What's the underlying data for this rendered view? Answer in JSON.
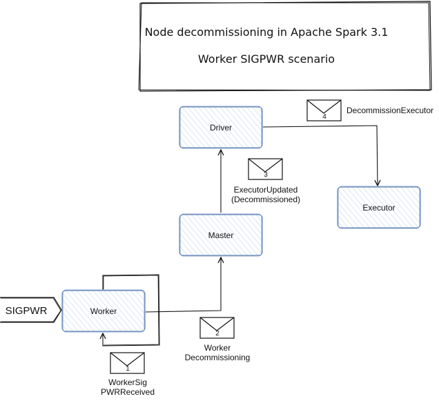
{
  "title": {
    "line1": "Node decommissioning in Apache Spark 3.1",
    "line2": "Worker SIGPWR scenario"
  },
  "nodes": {
    "driver": "Driver",
    "executor": "Executor",
    "master": "Master",
    "worker": "Worker",
    "signal": "SIGPWR"
  },
  "messages": [
    {
      "number": "1",
      "label_lines": [
        "WorkerSig",
        "PWRReceived"
      ]
    },
    {
      "number": "2",
      "label_lines": [
        "Worker",
        "Decommissioning"
      ]
    },
    {
      "number": "3",
      "label_lines": [
        "ExecutorUpdated",
        "(Decommissioned)"
      ]
    },
    {
      "number": "4",
      "label_lines": [
        "DecommissionExecutor"
      ]
    }
  ],
  "colors": {
    "node_border": "#6c8ebf",
    "node_hatch": "#c9d9ef",
    "stroke": "#111111"
  }
}
